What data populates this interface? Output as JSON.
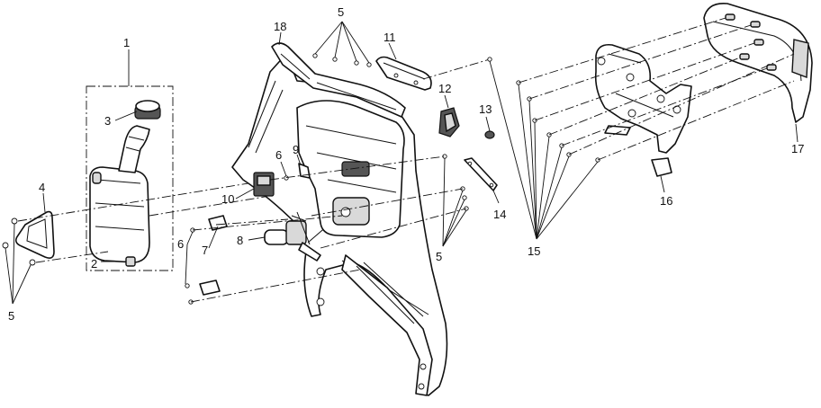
{
  "callouts": [
    {
      "id": "c1",
      "label": "1"
    },
    {
      "id": "c2",
      "label": "2"
    },
    {
      "id": "c3",
      "label": "3"
    },
    {
      "id": "c4",
      "label": "4"
    },
    {
      "id": "c5a",
      "label": "5"
    },
    {
      "id": "c5b",
      "label": "5"
    },
    {
      "id": "c5c",
      "label": "5"
    },
    {
      "id": "c6a",
      "label": "6"
    },
    {
      "id": "c6b",
      "label": "6"
    },
    {
      "id": "c7",
      "label": "7"
    },
    {
      "id": "c8",
      "label": "8"
    },
    {
      "id": "c9",
      "label": "9"
    },
    {
      "id": "c10",
      "label": "10"
    },
    {
      "id": "c11",
      "label": "11"
    },
    {
      "id": "c12",
      "label": "12"
    },
    {
      "id": "c13",
      "label": "13"
    },
    {
      "id": "c14",
      "label": "14"
    },
    {
      "id": "c15",
      "label": "15"
    },
    {
      "id": "c16",
      "label": "16"
    },
    {
      "id": "c17",
      "label": "17"
    },
    {
      "id": "c18",
      "label": "18"
    }
  ]
}
